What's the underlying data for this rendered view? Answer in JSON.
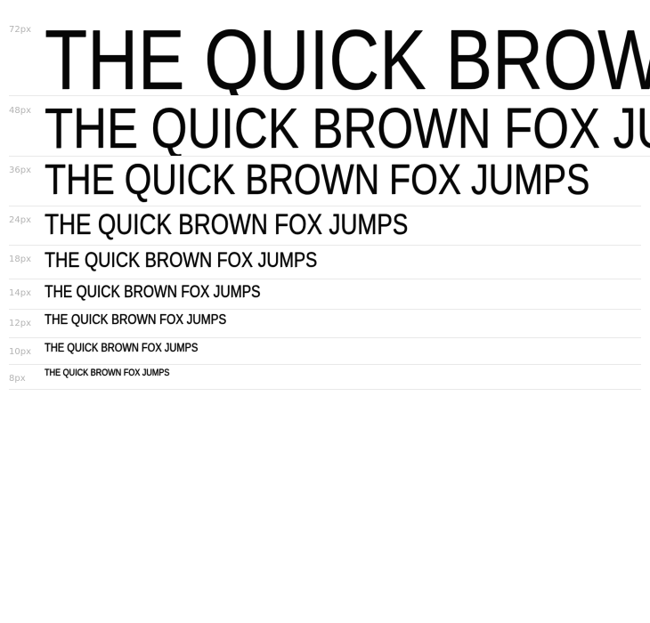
{
  "sample_text": "THE QUICK BROWN FOX JUMPS",
  "rows": [
    {
      "size_label": "72px",
      "sample": "THE QUICK BROWN FOX JUMPS"
    },
    {
      "size_label": "48px",
      "sample": "THE QUICK BROWN FOX JUMPS"
    },
    {
      "size_label": "36px",
      "sample": "THE QUICK BROWN FOX JUMPS"
    },
    {
      "size_label": "24px",
      "sample": "THE QUICK BROWN FOX JUMPS"
    },
    {
      "size_label": "18px",
      "sample": "THE QUICK BROWN FOX JUMPS"
    },
    {
      "size_label": "14px",
      "sample": "THE QUICK BROWN FOX JUMPS"
    },
    {
      "size_label": "12px",
      "sample": "THE QUICK BROWN FOX JUMPS"
    },
    {
      "size_label": "10px",
      "sample": "THE QUICK BROWN FOX JUMPS"
    },
    {
      "size_label": "8px",
      "sample": "THE QUICK BROWN FOX JUMPS"
    }
  ],
  "colors": {
    "background": "#ffffff",
    "text": "#111111",
    "label": "#b4b4b4",
    "divider": "#e9e9e9"
  }
}
